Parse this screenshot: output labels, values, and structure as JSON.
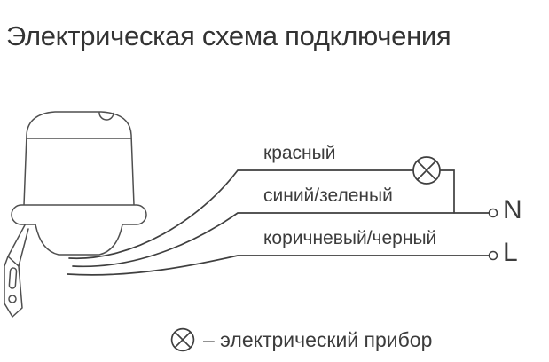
{
  "title": "Электрическая схема подключения",
  "device": {
    "icon": "photocell-sensor-icon"
  },
  "wires": [
    {
      "id": "red",
      "label": "красный"
    },
    {
      "id": "blue-green",
      "label": "синий/зеленый"
    },
    {
      "id": "brown-black",
      "label": "коричневый/черный"
    }
  ],
  "terminals": [
    {
      "id": "neutral",
      "label": "N"
    },
    {
      "id": "line",
      "label": "L"
    }
  ],
  "legend": {
    "icon": "lamp-icon",
    "text": "– электрический прибор"
  },
  "colors": {
    "background": "#ffffff",
    "line": "#3f3f3f",
    "device_outline": "#4f4f4f",
    "text": "#3c3c3c"
  }
}
